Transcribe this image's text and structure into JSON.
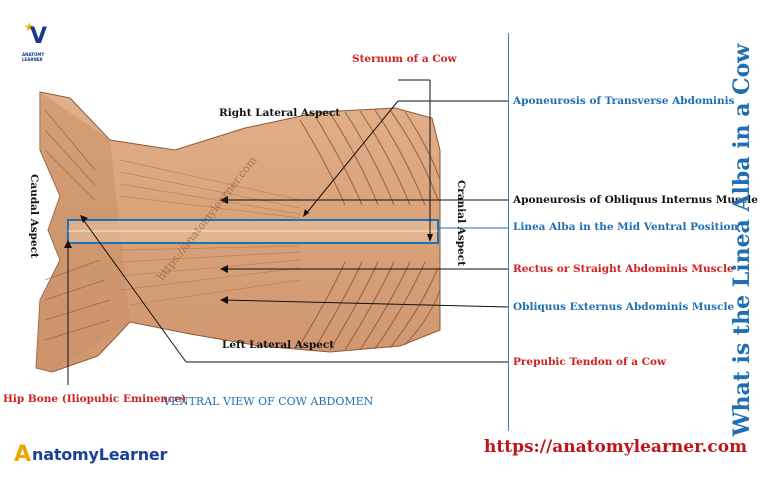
{
  "site": {
    "logo_text": "ANATOMY LEARNER",
    "brand_mark": "A",
    "brand_word": "natomyLearner",
    "url": "https://anatomylearner.com",
    "watermark": "https://anatomylearner.com"
  },
  "title": "What is the Linea Alba in a Cow",
  "caption": "VENTRAL  VIEW  OF COW ABDOMEN",
  "aspects": {
    "right_lateral": "Right Lateral Aspect",
    "left_lateral": "Left Lateral  Aspect",
    "caudal": "Caudal  Aspect",
    "cranial": "Cranial  Aspect"
  },
  "labels": {
    "sternum": "Sternum of a Cow",
    "hip_bone": "Hip Bone (Iliopubic Eminence)",
    "aponeurosis_transverse": "Aponeurosis  of  Transverse  Abdominis",
    "aponeurosis_obliquus_internus": "Aponeurosis  of  Obliquus  Internus  Muscle",
    "linea_alba": "Linea  Alba  in the Mid Ventral Position",
    "rectus": "Rectus or  Straight  Abdominis  Muscle",
    "obliquus_externus": "Obliquus  Externus  Abdominis  Muscle",
    "prepubic": "Prepubic   Tendon  of  a Cow"
  },
  "colors": {
    "blue_label": "#1f6fb2",
    "red_label": "#d21f1f",
    "highlight_box": "#1f6fb2",
    "tissue": "#d9a27a",
    "tissue_dark": "#a9704c"
  }
}
